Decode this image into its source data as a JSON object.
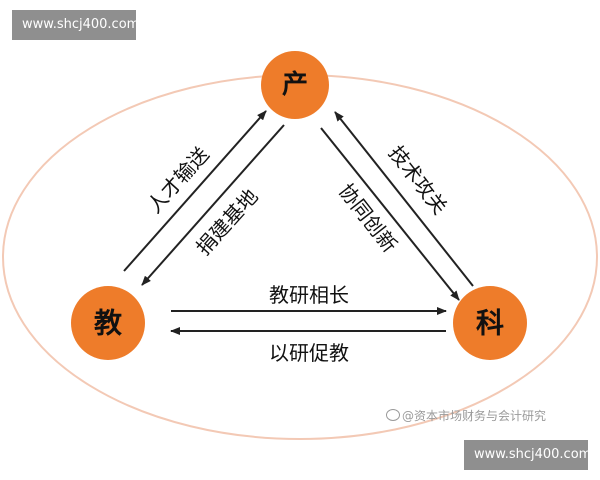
{
  "watermark_top": "www.shcj400.com",
  "watermark_bottom": "www.shcj400.com",
  "source_credit": "@资本市场财务与会计研究",
  "source_icon": "weibo-icon",
  "colors": {
    "node_fill": "#ee7c2a",
    "ellipse_stroke": "#f3c9b5",
    "arrow": "#222222",
    "text": "#111111",
    "watermark_bg": "#8f8f8f"
  },
  "nodes": {
    "top": "产",
    "left": "教",
    "right": "科"
  },
  "edges": {
    "left_outer": "人才输送",
    "left_inner": "捐建基地",
    "right_outer": "技术攻关",
    "right_inner": "协同创新",
    "bottom_top": "教研相长",
    "bottom_bottom": "以研促教"
  }
}
